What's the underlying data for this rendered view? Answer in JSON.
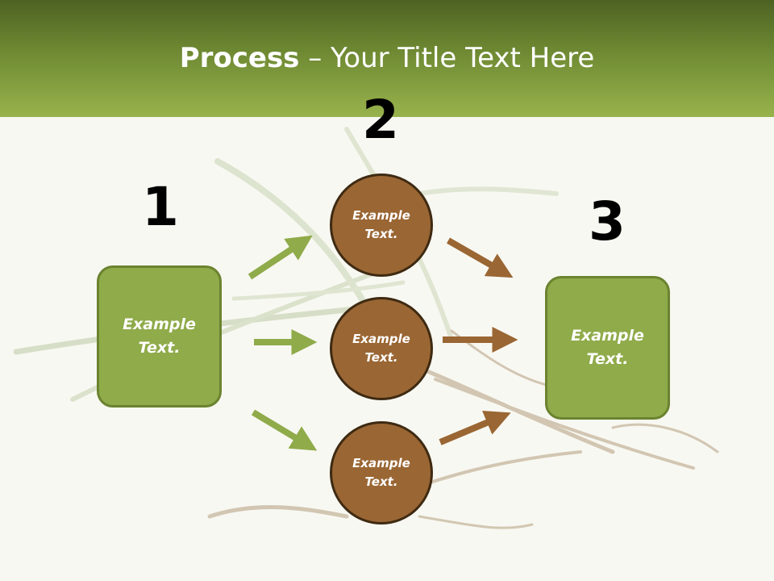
{
  "title": {
    "bold": "Process",
    "rest": " – Your Title Text Here"
  },
  "steps": {
    "one": {
      "number": "1",
      "text": "Example Text."
    },
    "two": {
      "number": "2",
      "items": [
        "Example Text.",
        "Example Text.",
        "Example Text."
      ]
    },
    "three": {
      "number": "3",
      "text": "Example Text."
    }
  },
  "colors": {
    "green": "#8fab4a",
    "brown": "#9a6633",
    "header": "#6f8a33"
  }
}
